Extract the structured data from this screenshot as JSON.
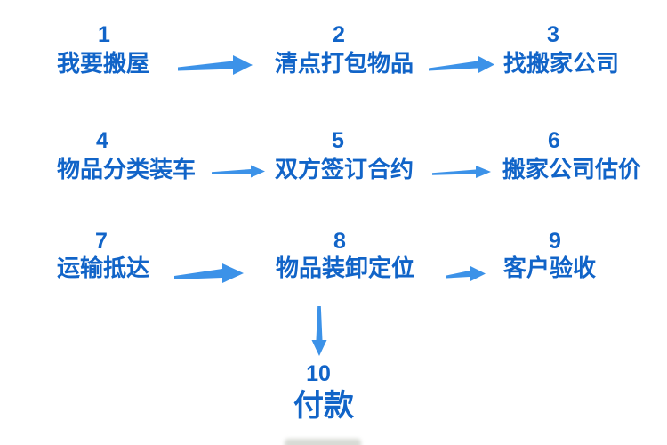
{
  "diagram": {
    "kind": "flowchart",
    "language": "zh",
    "topic": "moving house process"
  },
  "colors": {
    "text_blue": "#1164C8",
    "arrow_blue": "#3C92E8",
    "background": "#FFFFFF"
  },
  "steps": [
    {
      "number": "1",
      "label": "我要搬屋"
    },
    {
      "number": "2",
      "label": "清点打包物品"
    },
    {
      "number": "3",
      "label": "找搬家公司"
    },
    {
      "number": "4",
      "label": "物品分类装车"
    },
    {
      "number": "5",
      "label": "双方签订合约"
    },
    {
      "number": "6",
      "label": "搬家公司估价"
    },
    {
      "number": "7",
      "label": "运输抵达"
    },
    {
      "number": "8",
      "label": "物品装卸定位"
    },
    {
      "number": "9",
      "label": "客户验收"
    },
    {
      "number": "10",
      "label": "付款"
    }
  ],
  "connections": [
    {
      "from": "1",
      "to": "2",
      "direction": "right"
    },
    {
      "from": "2",
      "to": "3",
      "direction": "right"
    },
    {
      "from": "4",
      "to": "5",
      "direction": "right"
    },
    {
      "from": "5",
      "to": "6",
      "direction": "right"
    },
    {
      "from": "7",
      "to": "8",
      "direction": "right"
    },
    {
      "from": "8",
      "to": "9",
      "direction": "right"
    },
    {
      "from": "8",
      "to": "10",
      "direction": "down"
    }
  ]
}
